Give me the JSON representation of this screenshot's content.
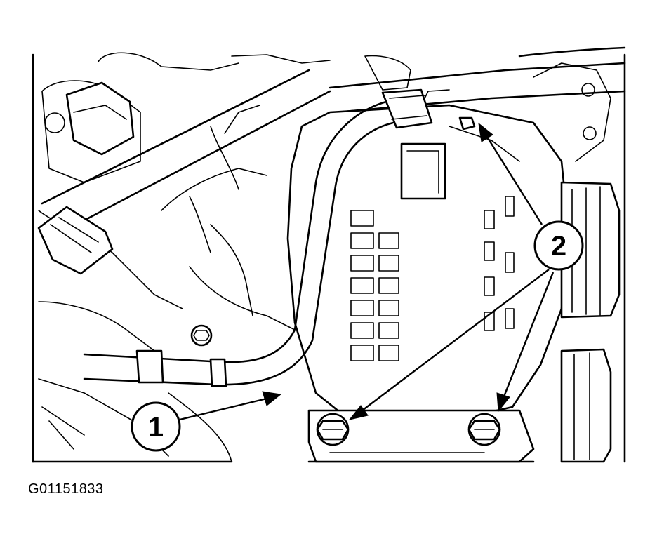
{
  "figure": {
    "id": "G01151833"
  },
  "callouts": [
    {
      "label": "1"
    },
    {
      "label": "2"
    }
  ]
}
